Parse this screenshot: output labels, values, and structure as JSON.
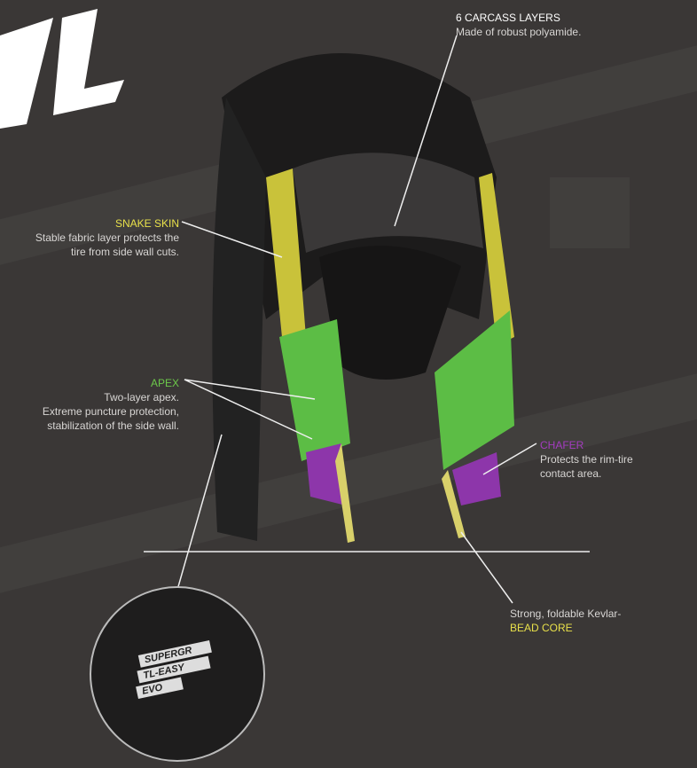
{
  "labels": {
    "carcass": {
      "title": "6 CARCASS LAYERS",
      "desc": "Made of robust polyamide.",
      "color": "#ffffff"
    },
    "snake": {
      "title": "SNAKE SKIN",
      "desc1": "Stable fabric layer protects the",
      "desc2": "tire from side wall cuts.",
      "color": "#e8e04a"
    },
    "apex": {
      "title": "APEX",
      "desc1": "Two-layer apex.",
      "desc2": "Extreme puncture protection,",
      "desc3": "stabilization of the side wall.",
      "color": "#6cc84a"
    },
    "chafer": {
      "title": "CHAFER",
      "desc1": "Protects the rim-tire",
      "desc2": "contact area.",
      "color": "#a43cc0"
    },
    "bead": {
      "desc": "Strong, foldable Kevlar-",
      "title": "BEAD CORE",
      "color": "#e8e04a"
    }
  },
  "sidewall_tags": [
    "SUPERGR",
    "TL-EASY",
    "EVO"
  ]
}
